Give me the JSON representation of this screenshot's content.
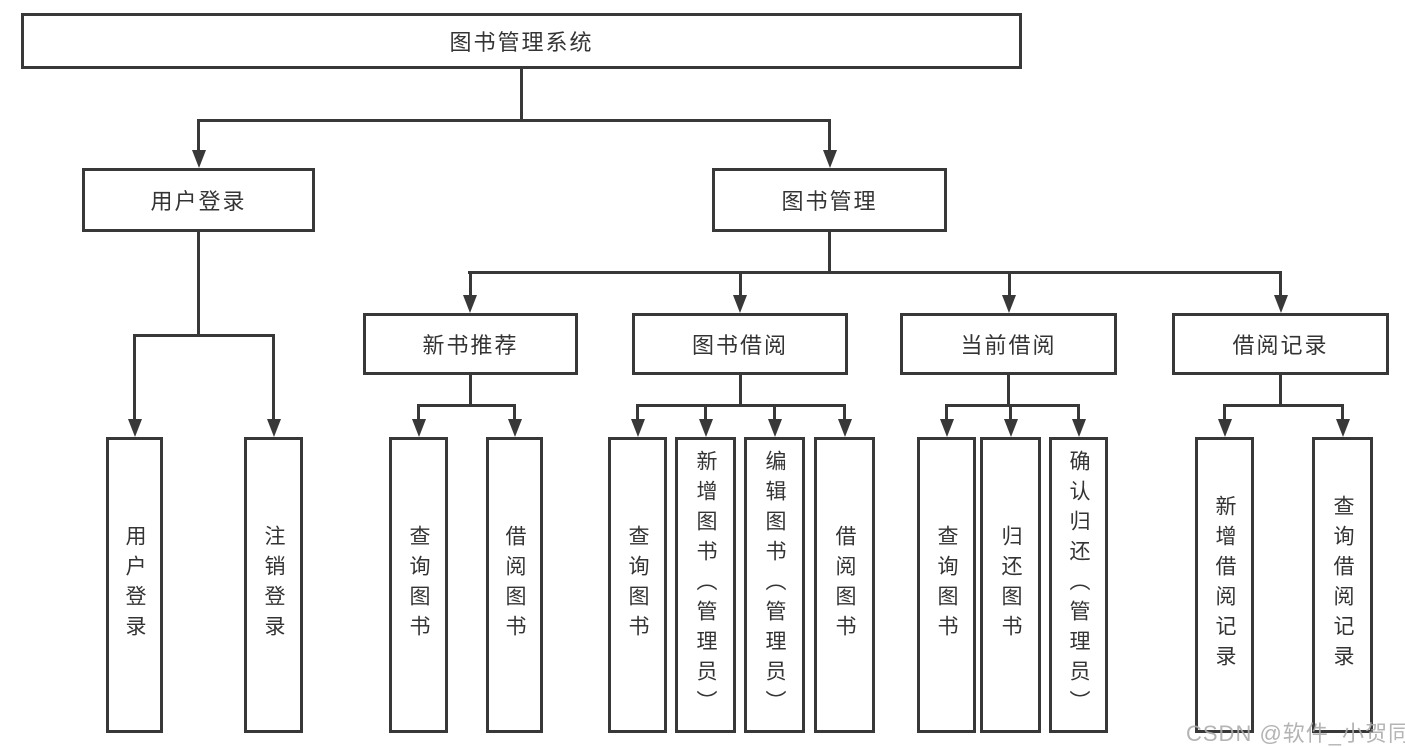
{
  "tree": {
    "label": "图书管理系统",
    "children": [
      {
        "label": "用户登录",
        "children": [
          {
            "label": "用户登录"
          },
          {
            "label": "注销登录"
          }
        ]
      },
      {
        "label": "图书管理",
        "children": [
          {
            "label": "新书推荐",
            "children": [
              {
                "label": "查询图书"
              },
              {
                "label": "借阅图书"
              }
            ]
          },
          {
            "label": "图书借阅",
            "children": [
              {
                "label": "查询图书"
              },
              {
                "label": "新增图书（管理员）"
              },
              {
                "label": "编辑图书（管理员）"
              },
              {
                "label": "借阅图书"
              }
            ]
          },
          {
            "label": "当前借阅",
            "children": [
              {
                "label": "查询图书"
              },
              {
                "label": "归还图书"
              },
              {
                "label": "确认归还（管理员）"
              }
            ]
          },
          {
            "label": "借阅记录",
            "children": [
              {
                "label": "新增借阅记录"
              },
              {
                "label": "查询借阅记录"
              }
            ]
          }
        ]
      }
    ]
  },
  "colors": {
    "line": "#383838",
    "text": "#343434",
    "background": "#ffffff",
    "watermark": "#acacac"
  },
  "watermark": {
    "text": "CSDN @软件_小贺同学"
  }
}
